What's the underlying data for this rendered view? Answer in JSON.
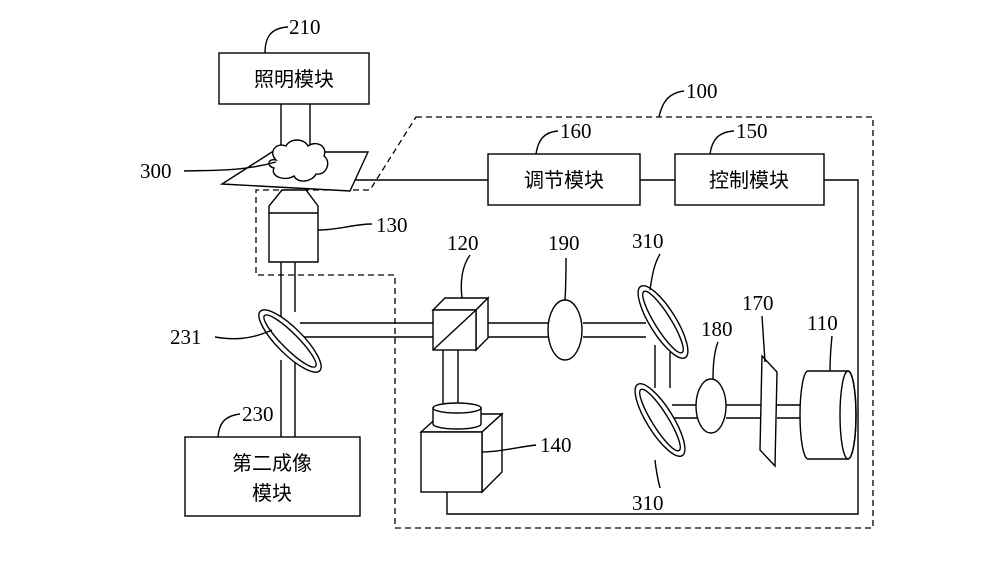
{
  "modules": {
    "illumination": "照明模块",
    "adjust": "调节模块",
    "control": "控制模块",
    "second_imaging_line1": "第二成像",
    "second_imaging_line2": "模块"
  },
  "refs": {
    "r210": "210",
    "r100": "100",
    "r160": "160",
    "r150": "150",
    "r300": "300",
    "r130": "130",
    "r120": "120",
    "r190": "190",
    "r310_top": "310",
    "r231": "231",
    "r180": "180",
    "r170": "170",
    "r110": "110",
    "r230": "230",
    "r140": "140",
    "r310_bottom": "310"
  }
}
